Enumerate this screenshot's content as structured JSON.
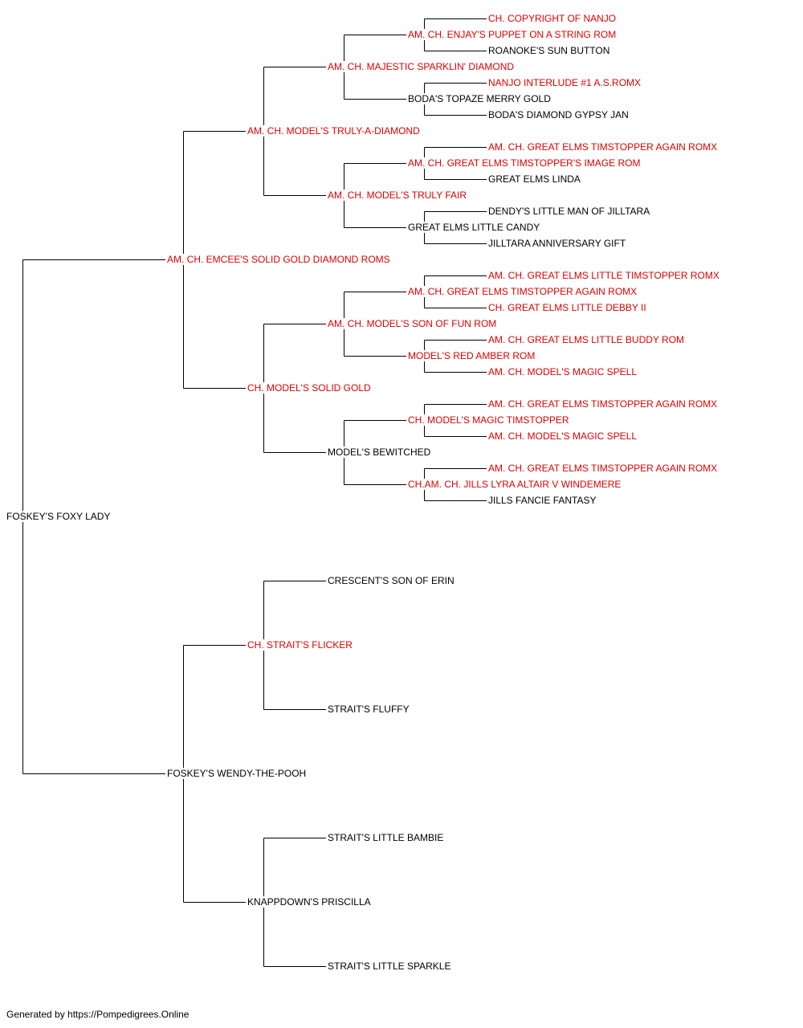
{
  "colors": {
    "champion": "#e00000",
    "regular": "#000000",
    "line": "#000000"
  },
  "pedigree": {
    "subject": {
      "name": "FOSKEY'S FOXY LADY",
      "champion": false
    },
    "sire": {
      "name": "AM. CH. EMCEE'S SOLID GOLD DIAMOND ROMS",
      "champion": true,
      "sire": {
        "name": "AM. CH. MODEL'S TRULY-A-DIAMOND",
        "champion": true,
        "sire": {
          "name": "AM. CH. MAJESTIC SPARKLIN' DIAMOND",
          "champion": true,
          "sire": {
            "name": "AM. CH. ENJAY'S PUPPET ON A STRING ROM",
            "champion": true,
            "sire": {
              "name": "CH. COPYRIGHT OF NANJO",
              "champion": true
            },
            "dam": {
              "name": "ROANOKE'S SUN BUTTON",
              "champion": false
            }
          },
          "dam": {
            "name": "BODA'S TOPAZE MERRY GOLD",
            "champion": false,
            "sire": {
              "name": "NANJO INTERLUDE #1 A.S.ROMX",
              "champion": true
            },
            "dam": {
              "name": "BODA'S DIAMOND GYPSY JAN",
              "champion": false
            }
          }
        },
        "dam": {
          "name": "AM. CH. MODEL'S TRULY FAIR",
          "champion": true,
          "sire": {
            "name": "AM. CH. GREAT ELMS TIMSTOPPER'S IMAGE ROM",
            "champion": true,
            "sire": {
              "name": "AM. CH. GREAT ELMS TIMSTOPPER AGAIN ROMX",
              "champion": true
            },
            "dam": {
              "name": "GREAT ELMS LINDA",
              "champion": false
            }
          },
          "dam": {
            "name": "GREAT ELMS LITTLE CANDY",
            "champion": false,
            "sire": {
              "name": "DENDY'S LITTLE MAN OF JILLTARA",
              "champion": false
            },
            "dam": {
              "name": "JILLTARA ANNIVERSARY GIFT",
              "champion": false
            }
          }
        }
      },
      "dam": {
        "name": "CH. MODEL'S SOLID GOLD",
        "champion": true,
        "sire": {
          "name": "AM. CH. MODEL'S SON OF FUN ROM",
          "champion": true,
          "sire": {
            "name": "AM. CH. GREAT ELMS TIMSTOPPER AGAIN ROMX",
            "champion": true,
            "sire": {
              "name": "AM. CH. GREAT ELMS LITTLE TIMSTOPPER ROMX",
              "champion": true
            },
            "dam": {
              "name": "CH. GREAT ELMS LITTLE DEBBY II",
              "champion": true
            }
          },
          "dam": {
            "name": "MODEL'S RED AMBER ROM",
            "champion": true,
            "sire": {
              "name": "AM. CH. GREAT ELMS LITTLE BUDDY ROM",
              "champion": true
            },
            "dam": {
              "name": "AM. CH. MODEL'S MAGIC SPELL",
              "champion": true
            }
          }
        },
        "dam": {
          "name": "MODEL'S BEWITCHED",
          "champion": false,
          "sire": {
            "name": "CH. MODEL'S MAGIC TIMSTOPPER",
            "champion": true,
            "sire": {
              "name": "AM. CH. GREAT ELMS TIMSTOPPER AGAIN ROMX",
              "champion": true
            },
            "dam": {
              "name": "AM. CH. MODEL'S MAGIC SPELL",
              "champion": true
            }
          },
          "dam": {
            "name": "CH.AM. CH. JILLS LYRA ALTAIR V WINDEMERE",
            "champion": true,
            "sire": {
              "name": "AM. CH. GREAT ELMS TIMSTOPPER AGAIN ROMX",
              "champion": true
            },
            "dam": {
              "name": "JILLS FANCIE FANTASY",
              "champion": false
            }
          }
        }
      }
    },
    "dam": {
      "name": "FOSKEY'S WENDY-THE-POOH",
      "champion": false,
      "sire": {
        "name": "CH. STRAIT'S FLICKER",
        "champion": true,
        "sire": {
          "name": "CRESCENT'S SON OF ERIN",
          "champion": false
        },
        "dam": {
          "name": "STRAIT'S FLUFFY",
          "champion": false
        }
      },
      "dam": {
        "name": "KNAPPDOWN'S PRISCILLA",
        "champion": false,
        "sire": {
          "name": "STRAIT'S LITTLE BAMBIE",
          "champion": false
        },
        "dam": {
          "name": "STRAIT'S LITTLE SPARKLE",
          "champion": false
        }
      }
    }
  },
  "footer": {
    "text": "Generated by https://Pompedigrees.Online"
  }
}
